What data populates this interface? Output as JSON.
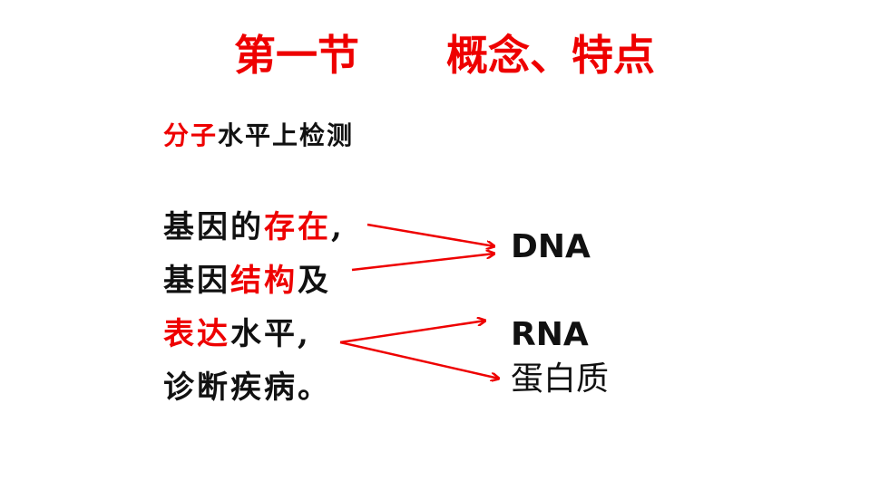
{
  "title": "第一节      概念、特点",
  "subtitle": {
    "highlight": "分子",
    "rest": "水平上检测"
  },
  "lines": [
    {
      "pre": "基因的",
      "highlight": "存在",
      "post": ","
    },
    {
      "pre": "基因",
      "highlight": "结构",
      "post": "及"
    },
    {
      "pre": "",
      "highlight": "表达",
      "post": "水平,"
    },
    {
      "pre": "诊断疾病。",
      "highlight": "",
      "post": ""
    }
  ],
  "targets": {
    "dna": "DNA",
    "rna": "RNA",
    "protein": "蛋白质"
  },
  "colors": {
    "accent": "#ee0000",
    "text": "#111111"
  }
}
